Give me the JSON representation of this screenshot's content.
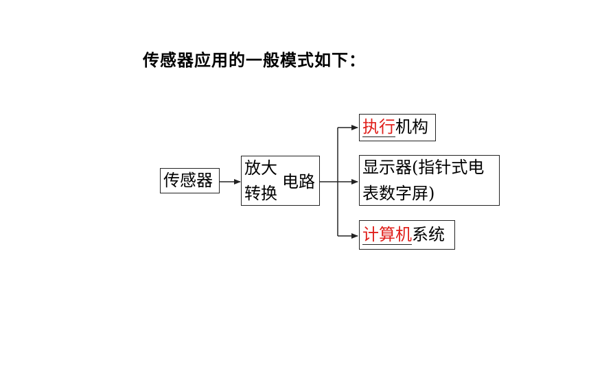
{
  "title": "传感器应用的一般模式如下：",
  "diagram": {
    "sensor": "传感器",
    "amp_line1": "放大",
    "amp_line2": "转换",
    "amp_circuit": "电路",
    "actuator_red": "执行",
    "actuator_rest": "机构",
    "display_line1": "显示器(指针式电",
    "display_line2": "表数字屏)",
    "computer_red": "计算机",
    "computer_rest": "系统"
  },
  "colors": {
    "highlight": "#e0201c",
    "line": "#222222"
  }
}
